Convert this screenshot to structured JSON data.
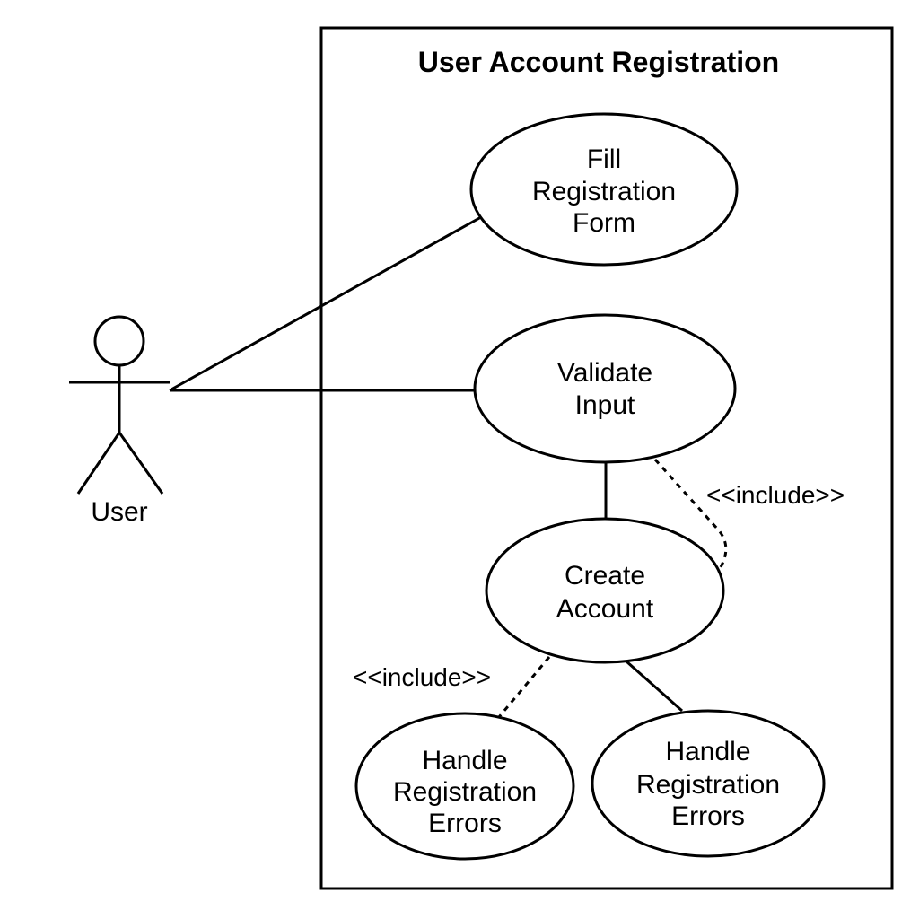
{
  "diagram": {
    "system": {
      "title": "User Account Registration"
    },
    "actor": {
      "label": "User"
    },
    "use_cases": {
      "fill_form": {
        "lines": [
          "Fill",
          "Registration",
          "Form"
        ]
      },
      "validate_input": {
        "lines": [
          "Validate",
          "Input"
        ]
      },
      "create_account": {
        "lines": [
          "Create",
          "Account"
        ]
      },
      "handle_errors_left": {
        "lines": [
          "Handle",
          "Registration",
          "Errors"
        ]
      },
      "handle_errors_right": {
        "lines": [
          "Handle",
          "Registration",
          "Errors"
        ]
      }
    },
    "relations": {
      "include_validate_create": "<<include>>",
      "include_create_handle": "<<include>>"
    }
  }
}
